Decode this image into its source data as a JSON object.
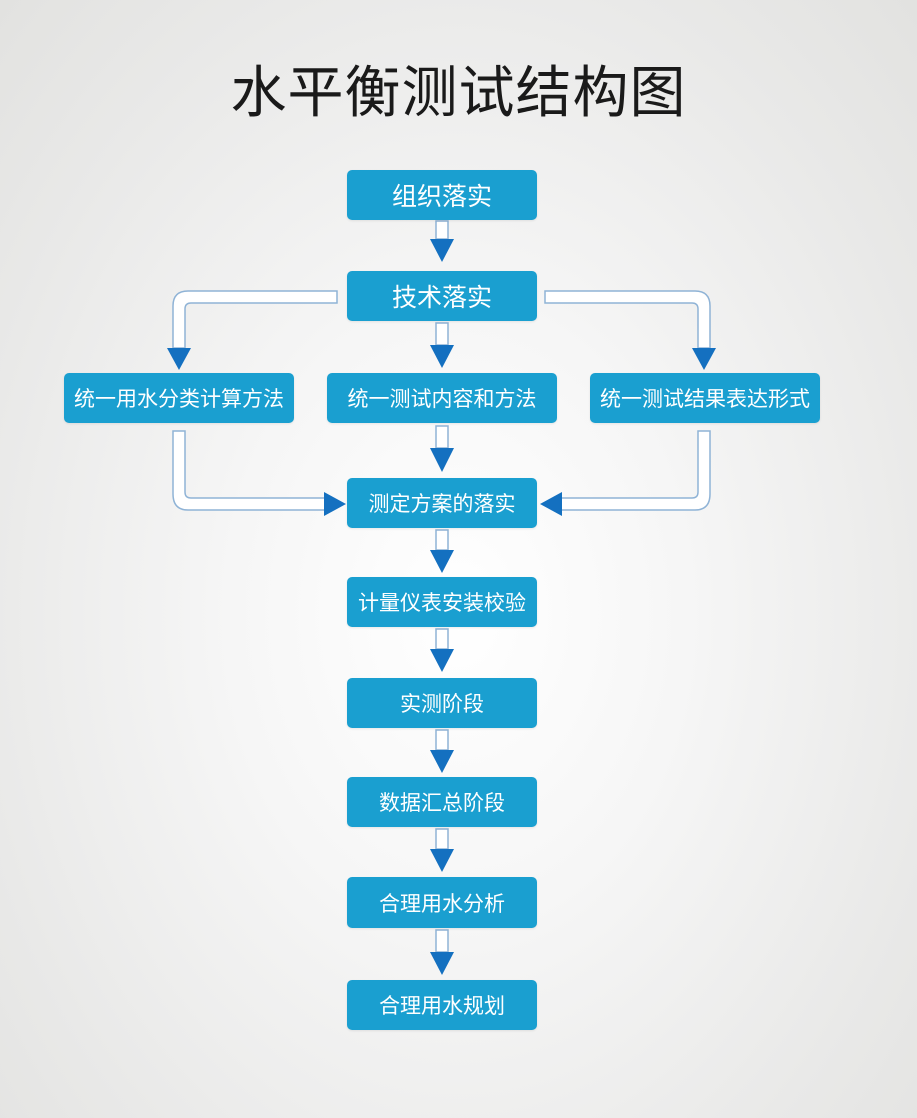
{
  "title": "水平衡测试结构图",
  "colors": {
    "node_fill": "#1a9fd0",
    "node_text": "#ffffff",
    "arrow_head": "#1470c0",
    "connector_stroke": "#8fb3d6",
    "title_text": "#1a1a1a"
  },
  "nodes": {
    "organization": "组织落实",
    "technology": "技术落实",
    "unified_calc": "统一用水分类计算方法",
    "unified_content": "统一测试内容和方法",
    "unified_result": "统一测试结果表达形式",
    "plan": "测定方案的落实",
    "meter": "计量仪表安装校验",
    "measurement": "实测阶段",
    "data_summary": "数据汇总阶段",
    "analysis": "合理用水分析",
    "planning": "合理用水规划"
  },
  "edges": [
    [
      "organization",
      "technology"
    ],
    [
      "technology",
      "unified_calc"
    ],
    [
      "technology",
      "unified_content"
    ],
    [
      "technology",
      "unified_result"
    ],
    [
      "unified_calc",
      "plan"
    ],
    [
      "unified_content",
      "plan"
    ],
    [
      "unified_result",
      "plan"
    ],
    [
      "plan",
      "meter"
    ],
    [
      "meter",
      "measurement"
    ],
    [
      "measurement",
      "data_summary"
    ],
    [
      "data_summary",
      "analysis"
    ],
    [
      "analysis",
      "planning"
    ]
  ]
}
